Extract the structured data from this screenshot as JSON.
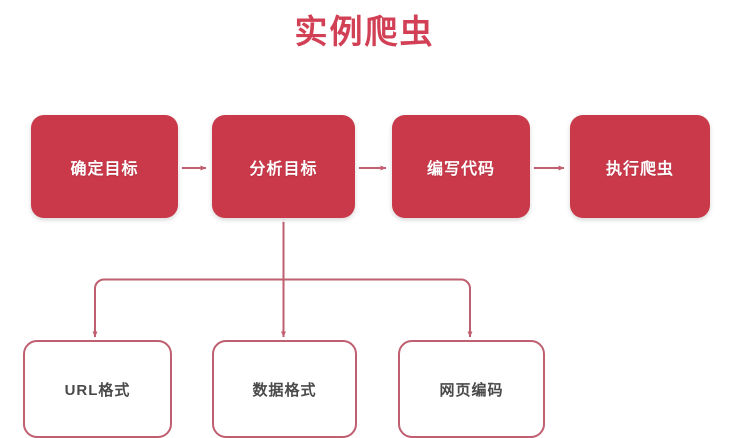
{
  "diagram": {
    "title": "实例爬虫",
    "title_color": "#d24055",
    "primary_color": "#c9394a",
    "secondary_border_color": "#bf5f70",
    "secondary_text_color": "#4a4a4a",
    "background_color": "#ffffff",
    "connector_color": "#bf5f70",
    "process_steps": [
      {
        "id": "confirm-target",
        "label": "确定目标"
      },
      {
        "id": "analyze-target",
        "label": "分析目标"
      },
      {
        "id": "write-code",
        "label": "编写代码"
      },
      {
        "id": "run-spider",
        "label": "执行爬虫"
      }
    ],
    "sub_steps": [
      {
        "id": "url-format",
        "label": "URL格式"
      },
      {
        "id": "data-format",
        "label": "数据格式"
      },
      {
        "id": "page-encode",
        "label": "网页编码"
      }
    ],
    "connectors": [
      {
        "from": "confirm-target",
        "to": "analyze-target",
        "kind": "arrow-right"
      },
      {
        "from": "analyze-target",
        "to": "write-code",
        "kind": "arrow-right"
      },
      {
        "from": "write-code",
        "to": "run-spider",
        "kind": "arrow-right"
      },
      {
        "from": "analyze-target",
        "to": "url-format",
        "kind": "arrow-branch-down"
      },
      {
        "from": "analyze-target",
        "to": "data-format",
        "kind": "arrow-down"
      },
      {
        "from": "analyze-target",
        "to": "page-encode",
        "kind": "arrow-branch-down"
      }
    ]
  }
}
